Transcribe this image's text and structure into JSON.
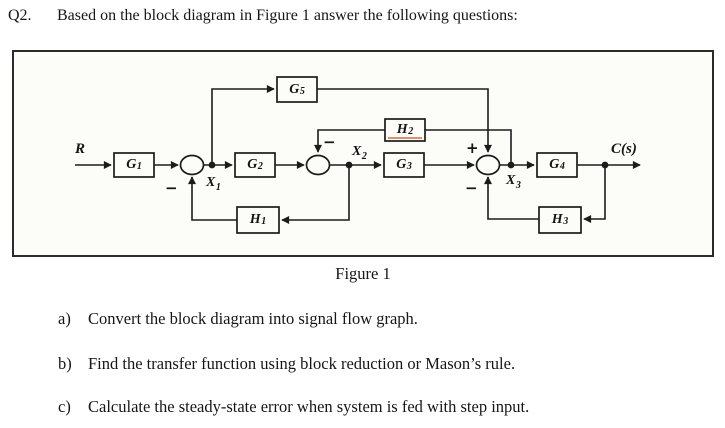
{
  "page": {
    "question_number": "Q2.",
    "question_intro": "Based on the block diagram in Figure 1 answer the following questions:",
    "figure_caption": "Figure 1",
    "sub_questions": [
      {
        "label": "a)",
        "text": "Convert the block diagram into signal flow graph."
      },
      {
        "label": "b)",
        "text": "Find the transfer function using block reduction or Mason’s rule."
      },
      {
        "label": "c)",
        "text": "Calculate the steady-state error when system is fed with step input."
      }
    ]
  },
  "diagram": {
    "input_label": "R",
    "output_label": "C(s)",
    "blocks": {
      "g1": {
        "main": "G",
        "sub": "1"
      },
      "g2": {
        "main": "G",
        "sub": "2"
      },
      "g3": {
        "main": "G",
        "sub": "3"
      },
      "g4": {
        "main": "G",
        "sub": "4"
      },
      "g5": {
        "main": "G",
        "sub": "5"
      },
      "h1": {
        "main": "H",
        "sub": "1"
      },
      "h2": {
        "main": "H",
        "sub": "2"
      },
      "h3": {
        "main": "H",
        "sub": "3"
      }
    },
    "nodes": {
      "x1": {
        "main": "X",
        "sub": "1"
      },
      "x2": {
        "main": "X",
        "sub": "2"
      },
      "x3": {
        "main": "X",
        "sub": "3"
      }
    },
    "signs": {
      "junction1_feedback": "−",
      "junction2_feedback": "−",
      "junction3_forward": "+",
      "junction3_feedback": "−"
    },
    "colors": {
      "line": "#1c1c1c",
      "figure_border": "#2b2b2b",
      "figure_background": "#fcfcf9",
      "h2_scan_artifact": "#c8663a"
    }
  }
}
